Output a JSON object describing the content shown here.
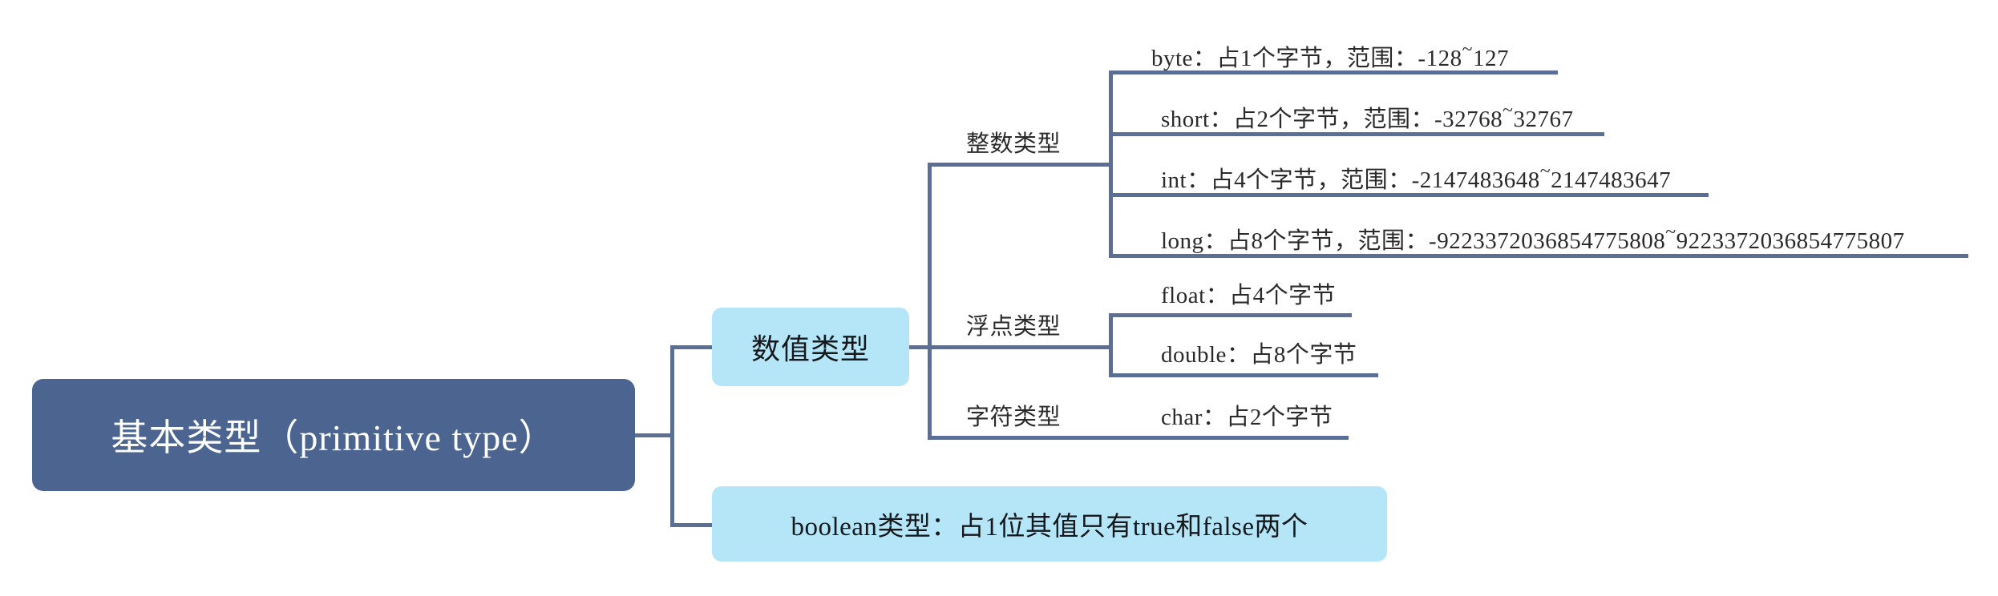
{
  "diagram": {
    "title": "Java 基本类型 思维导图",
    "colors": {
      "root_fill": "#4b6590",
      "root_text": "#ffffff",
      "branch_fill": "#b5e6f8",
      "branch_text": "#16181c",
      "line": "#5b6e96",
      "leaf_text": "#2a2a2a",
      "background": "#ffffff"
    },
    "root": {
      "label": "基本类型（primitive type）"
    },
    "branches": [
      {
        "id": "numeric",
        "label": "数值类型",
        "groups": [
          {
            "id": "integer",
            "label": "整数类型",
            "leaves": [
              {
                "id": "byte",
                "prefix": "byte：占1个字节，范围：-128",
                "tilde": "~",
                "suffix": "127"
              },
              {
                "id": "short",
                "prefix": "short：占2个字节，范围：-32768",
                "tilde": "~",
                "suffix": "32767"
              },
              {
                "id": "int",
                "prefix": "int：占4个字节，范围：-2147483648",
                "tilde": "~",
                "suffix": "2147483647"
              },
              {
                "id": "long",
                "prefix": "long：占8个字节，范围：-9223372036854775808",
                "tilde": "~",
                "suffix": "9223372036854775807"
              }
            ]
          },
          {
            "id": "floating",
            "label": "浮点类型",
            "leaves": [
              {
                "id": "float",
                "prefix": "float：占4个字节",
                "tilde": "",
                "suffix": ""
              },
              {
                "id": "double",
                "prefix": "double：占8个字节",
                "tilde": "",
                "suffix": ""
              }
            ]
          },
          {
            "id": "character",
            "label": "字符类型",
            "leaves": [
              {
                "id": "char",
                "prefix": "char：占2个字节",
                "tilde": "",
                "suffix": ""
              }
            ]
          }
        ]
      },
      {
        "id": "boolean",
        "label": "boolean类型：占1位其值只有true和false两个"
      }
    ]
  }
}
